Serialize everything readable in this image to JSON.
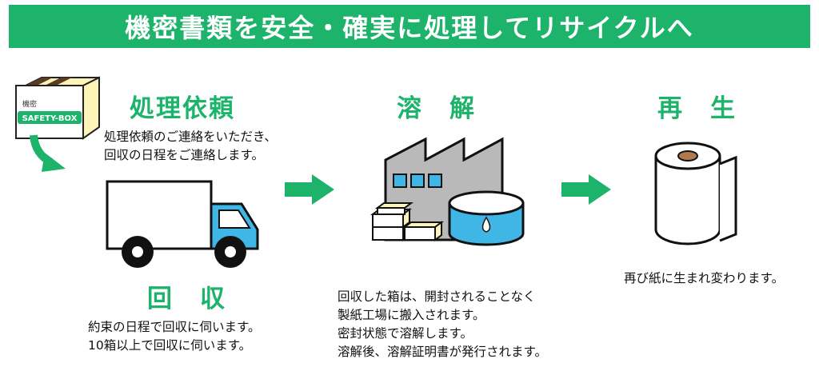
{
  "banner": {
    "title": "機密書類を安全・確実に処理してリサイクルへ"
  },
  "box": {
    "label_small": "機密",
    "label_brand": "SAFETY-BOX"
  },
  "steps": {
    "request": {
      "title": "処理依頼",
      "lines": [
        "処理依頼のご連絡をいただき、",
        "回収の日程をご連絡します。"
      ]
    },
    "collect": {
      "title": "回　収",
      "lines": [
        "約束の日程で回収に伺います。",
        "10箱以上で回収に伺います。"
      ]
    },
    "dissolve": {
      "title": "溶　解",
      "lines": [
        "回収した箱は、開封されることなく",
        "製紙工場に搬入されます。",
        "密封状態で溶解します。",
        "溶解後、溶解証明書が発行されます。"
      ]
    },
    "recycle": {
      "title": "再　生",
      "lines": [
        "再び紙に生まれ変わります。"
      ]
    }
  },
  "colors": {
    "accent_green": "#1db36b",
    "box_yellow": "#fff4b8",
    "tank_blue": "#3fb6e6",
    "factory_gray": "#b9b9b9"
  }
}
